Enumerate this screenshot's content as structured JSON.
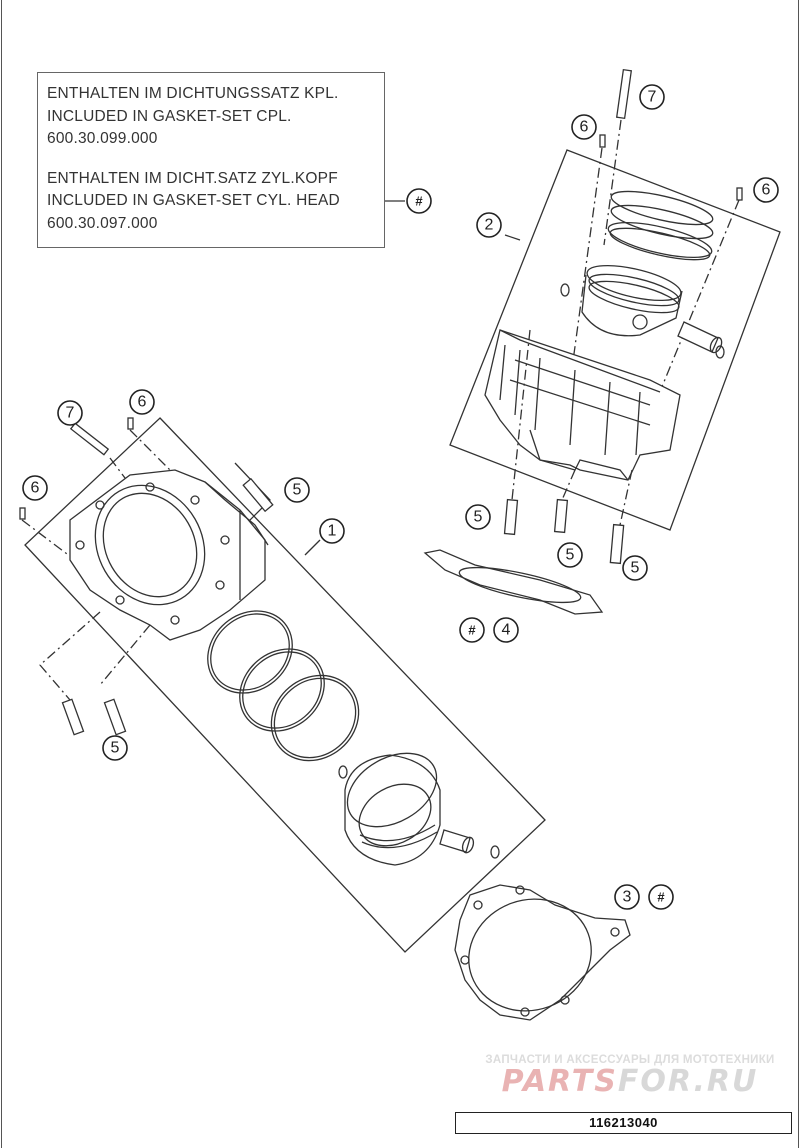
{
  "legend": {
    "line1": "ENTHALTEN IM DICHTUNGSSATZ KPL.",
    "line2": "INCLUDED IN GASKET-SET CPL.",
    "line3": "600.30.099.000",
    "line4": "ENTHALTEN IM DICHT.SATZ ZYL.KOPF",
    "line5": "INCLUDED IN GASKET-SET CYL. HEAD",
    "line6": "600.30.097.000"
  },
  "callouts": {
    "hash_legend": "#",
    "c7_top": "7",
    "c6_top": "6",
    "c6_right": "6",
    "c2": "2",
    "c5_a": "5",
    "c5_b": "5",
    "c5_c": "5",
    "hash_4": "#",
    "c4": "4",
    "c7_left": "7",
    "c6_left_top": "6",
    "c6_left": "6",
    "c5_left_top": "5",
    "c1": "1",
    "c5_left_bottom": "5",
    "c3": "3",
    "hash_3": "#"
  },
  "watermark": {
    "tagline": "ЗАПЧАСТИ И АКСЕССУАРЫ ДЛЯ МОТОТЕХНИКИ",
    "logo_part1": "PARTS",
    "logo_part2": "FOR.RU"
  },
  "diagram_id": "116213040",
  "colors": {
    "line": "#333333",
    "watermark_red": "#e9b3b3",
    "watermark_gray": "#d8d8d8"
  }
}
